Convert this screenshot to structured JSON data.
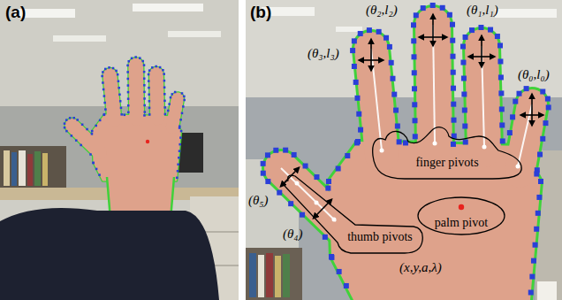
{
  "diagram": {
    "nodes": [
      {
        "text": [
          "finger pivots"
        ]
      },
      {
        "text": [
          "palm pivot"
        ]
      },
      {
        "text": [
          "thumb pivots"
        ]
      }
    ],
    "labels": [
      "(a)",
      "(b)",
      "(θ₂,l₂)",
      "(θ₁,l₁)",
      "(θ₃,l₃)",
      "(θ₀,l₀)",
      "(θ₅)",
      "(θ₄)",
      "(x,y,a,λ)"
    ]
  }
}
